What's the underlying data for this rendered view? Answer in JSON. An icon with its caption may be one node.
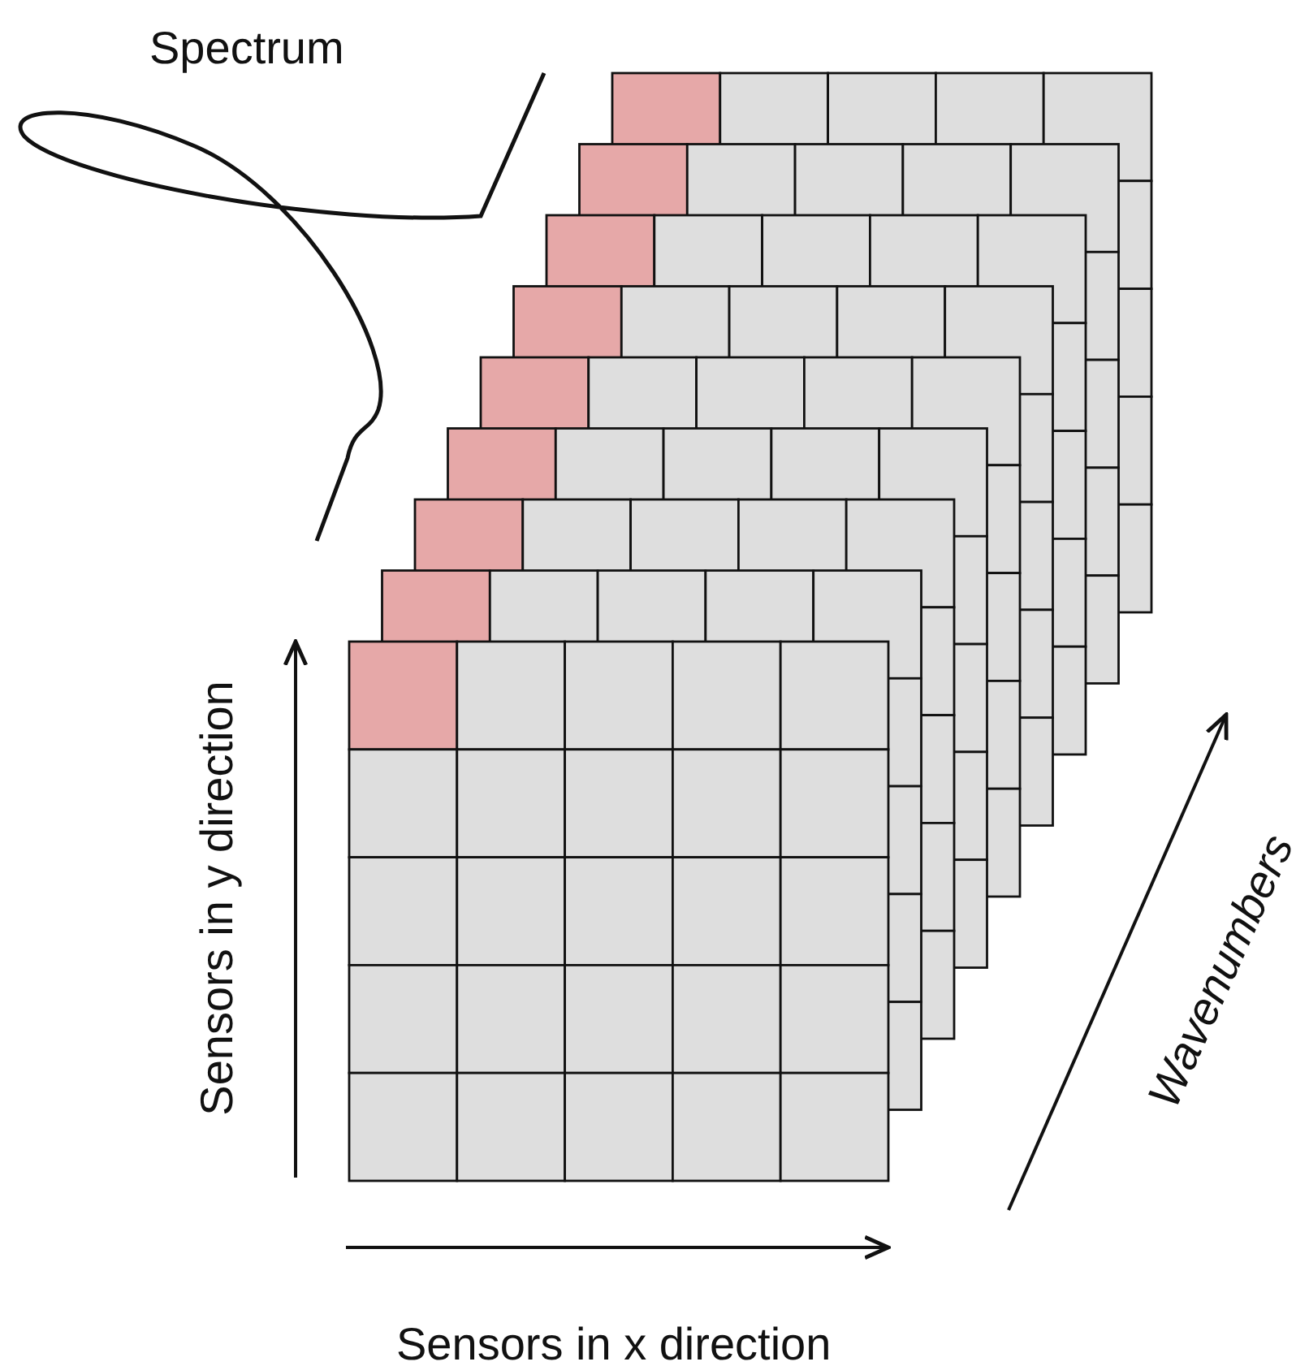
{
  "diagram": {
    "labels": [
      "Spectrum",
      "Sensors in y direction",
      "Sensors in x direction",
      "Wavenumbers"
    ]
  }
}
